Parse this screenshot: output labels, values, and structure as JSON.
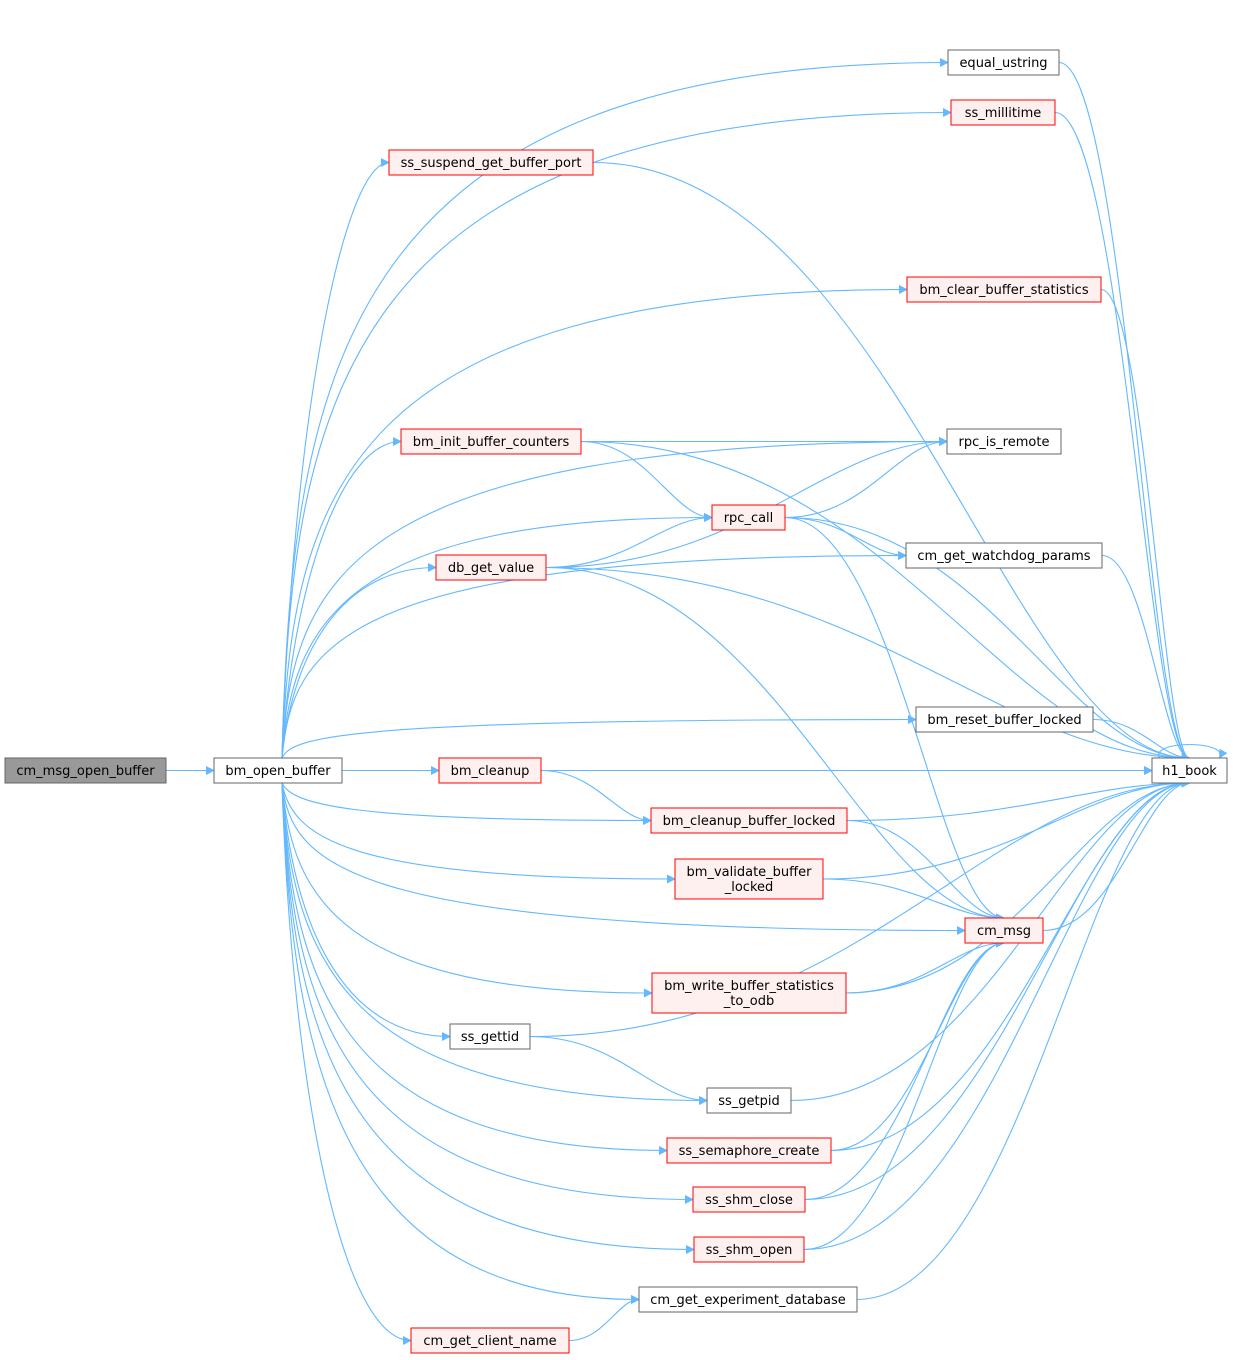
{
  "colors": {
    "edge": "#63b8ff",
    "border_normal": "#666666",
    "border_truncated": "#ff0000",
    "fill_normal": "#ffffff",
    "fill_truncated": "#fff0f0",
    "fill_root": "#999999"
  },
  "nodes": {
    "cm_msg_open_buffer": {
      "lines": [
        "cm_msg_open_buffer"
      ],
      "style": "root"
    },
    "bm_open_buffer": {
      "lines": [
        "bm_open_buffer"
      ],
      "style": "normal"
    },
    "equal_ustring": {
      "lines": [
        "equal_ustring"
      ],
      "style": "normal"
    },
    "ss_millitime": {
      "lines": [
        "ss_millitime"
      ],
      "style": "truncated"
    },
    "ss_suspend_get_buffer_port": {
      "lines": [
        "ss_suspend_get_buffer_port"
      ],
      "style": "truncated"
    },
    "bm_clear_buffer_statistics": {
      "lines": [
        "bm_clear_buffer_statistics"
      ],
      "style": "truncated"
    },
    "bm_init_buffer_counters": {
      "lines": [
        "bm_init_buffer_counters"
      ],
      "style": "truncated"
    },
    "rpc_is_remote": {
      "lines": [
        "rpc_is_remote"
      ],
      "style": "normal"
    },
    "rpc_call": {
      "lines": [
        "rpc_call"
      ],
      "style": "truncated"
    },
    "db_get_value": {
      "lines": [
        "db_get_value"
      ],
      "style": "truncated"
    },
    "cm_get_watchdog_params": {
      "lines": [
        "cm_get_watchdog_params"
      ],
      "style": "normal"
    },
    "bm_reset_buffer_locked": {
      "lines": [
        "bm_reset_buffer_locked"
      ],
      "style": "normal"
    },
    "h1_book": {
      "lines": [
        "h1_book"
      ],
      "style": "normal"
    },
    "bm_cleanup": {
      "lines": [
        "bm_cleanup"
      ],
      "style": "truncated"
    },
    "bm_cleanup_buffer_locked": {
      "lines": [
        "bm_cleanup_buffer_locked"
      ],
      "style": "truncated"
    },
    "bm_validate_buffer_locked": {
      "lines": [
        "bm_validate_buffer",
        "_locked"
      ],
      "style": "truncated"
    },
    "cm_msg": {
      "lines": [
        "cm_msg"
      ],
      "style": "truncated"
    },
    "bm_write_buffer_statistics_to_odb": {
      "lines": [
        "bm_write_buffer_statistics",
        "_to_odb"
      ],
      "style": "truncated"
    },
    "ss_gettid": {
      "lines": [
        "ss_gettid"
      ],
      "style": "normal"
    },
    "ss_getpid": {
      "lines": [
        "ss_getpid"
      ],
      "style": "normal"
    },
    "ss_semaphore_create": {
      "lines": [
        "ss_semaphore_create"
      ],
      "style": "truncated"
    },
    "ss_shm_close": {
      "lines": [
        "ss_shm_close"
      ],
      "style": "truncated"
    },
    "ss_shm_open": {
      "lines": [
        "ss_shm_open"
      ],
      "style": "truncated"
    },
    "cm_get_experiment_database": {
      "lines": [
        "cm_get_experiment_database"
      ],
      "style": "normal"
    },
    "cm_get_client_name": {
      "lines": [
        "cm_get_client_name"
      ],
      "style": "truncated"
    }
  },
  "edges": [
    [
      "cm_msg_open_buffer",
      "bm_open_buffer"
    ],
    [
      "bm_open_buffer",
      "equal_ustring"
    ],
    [
      "bm_open_buffer",
      "ss_millitime"
    ],
    [
      "bm_open_buffer",
      "ss_suspend_get_buffer_port"
    ],
    [
      "bm_open_buffer",
      "h1_book"
    ],
    [
      "bm_open_buffer",
      "bm_clear_buffer_statistics"
    ],
    [
      "bm_open_buffer",
      "rpc_is_remote"
    ],
    [
      "bm_open_buffer",
      "bm_init_buffer_counters"
    ],
    [
      "bm_open_buffer",
      "rpc_call"
    ],
    [
      "bm_open_buffer",
      "db_get_value"
    ],
    [
      "bm_open_buffer",
      "cm_get_watchdog_params"
    ],
    [
      "bm_open_buffer",
      "bm_reset_buffer_locked"
    ],
    [
      "bm_open_buffer",
      "bm_cleanup"
    ],
    [
      "bm_open_buffer",
      "bm_cleanup_buffer_locked"
    ],
    [
      "bm_open_buffer",
      "bm_validate_buffer_locked"
    ],
    [
      "bm_open_buffer",
      "cm_msg"
    ],
    [
      "bm_open_buffer",
      "bm_write_buffer_statistics_to_odb"
    ],
    [
      "bm_open_buffer",
      "ss_gettid"
    ],
    [
      "bm_open_buffer",
      "ss_getpid"
    ],
    [
      "bm_open_buffer",
      "ss_semaphore_create"
    ],
    [
      "bm_open_buffer",
      "ss_shm_close"
    ],
    [
      "bm_open_buffer",
      "ss_shm_open"
    ],
    [
      "bm_open_buffer",
      "cm_get_experiment_database"
    ],
    [
      "bm_open_buffer",
      "cm_get_client_name"
    ],
    [
      "equal_ustring",
      "h1_book"
    ],
    [
      "ss_millitime",
      "h1_book"
    ],
    [
      "ss_suspend_get_buffer_port",
      "h1_book"
    ],
    [
      "bm_clear_buffer_statistics",
      "h1_book"
    ],
    [
      "bm_init_buffer_counters",
      "h1_book"
    ],
    [
      "bm_init_buffer_counters",
      "rpc_is_remote"
    ],
    [
      "bm_init_buffer_counters",
      "rpc_call"
    ],
    [
      "rpc_call",
      "rpc_is_remote"
    ],
    [
      "rpc_call",
      "h1_book"
    ],
    [
      "rpc_call",
      "cm_get_watchdog_params"
    ],
    [
      "rpc_call",
      "cm_msg"
    ],
    [
      "db_get_value",
      "rpc_is_remote"
    ],
    [
      "db_get_value",
      "rpc_call"
    ],
    [
      "db_get_value",
      "h1_book"
    ],
    [
      "db_get_value",
      "cm_msg"
    ],
    [
      "cm_get_watchdog_params",
      "h1_book"
    ],
    [
      "bm_reset_buffer_locked",
      "h1_book"
    ],
    [
      "h1_book",
      "h1_book"
    ],
    [
      "bm_cleanup",
      "h1_book"
    ],
    [
      "bm_cleanup",
      "bm_cleanup_buffer_locked"
    ],
    [
      "bm_cleanup_buffer_locked",
      "h1_book"
    ],
    [
      "bm_cleanup_buffer_locked",
      "cm_msg"
    ],
    [
      "bm_validate_buffer_locked",
      "h1_book"
    ],
    [
      "bm_validate_buffer_locked",
      "cm_msg"
    ],
    [
      "cm_msg",
      "h1_book"
    ],
    [
      "bm_write_buffer_statistics_to_odb",
      "cm_msg"
    ],
    [
      "bm_write_buffer_statistics_to_odb",
      "h1_book"
    ],
    [
      "ss_gettid",
      "h1_book"
    ],
    [
      "ss_gettid",
      "ss_getpid"
    ],
    [
      "ss_getpid",
      "h1_book"
    ],
    [
      "ss_semaphore_create",
      "cm_msg"
    ],
    [
      "ss_semaphore_create",
      "h1_book"
    ],
    [
      "ss_shm_close",
      "cm_msg"
    ],
    [
      "ss_shm_close",
      "h1_book"
    ],
    [
      "ss_shm_open",
      "cm_msg"
    ],
    [
      "ss_shm_open",
      "h1_book"
    ],
    [
      "cm_get_experiment_database",
      "h1_book"
    ],
    [
      "cm_get_client_name",
      "cm_get_experiment_database"
    ]
  ]
}
